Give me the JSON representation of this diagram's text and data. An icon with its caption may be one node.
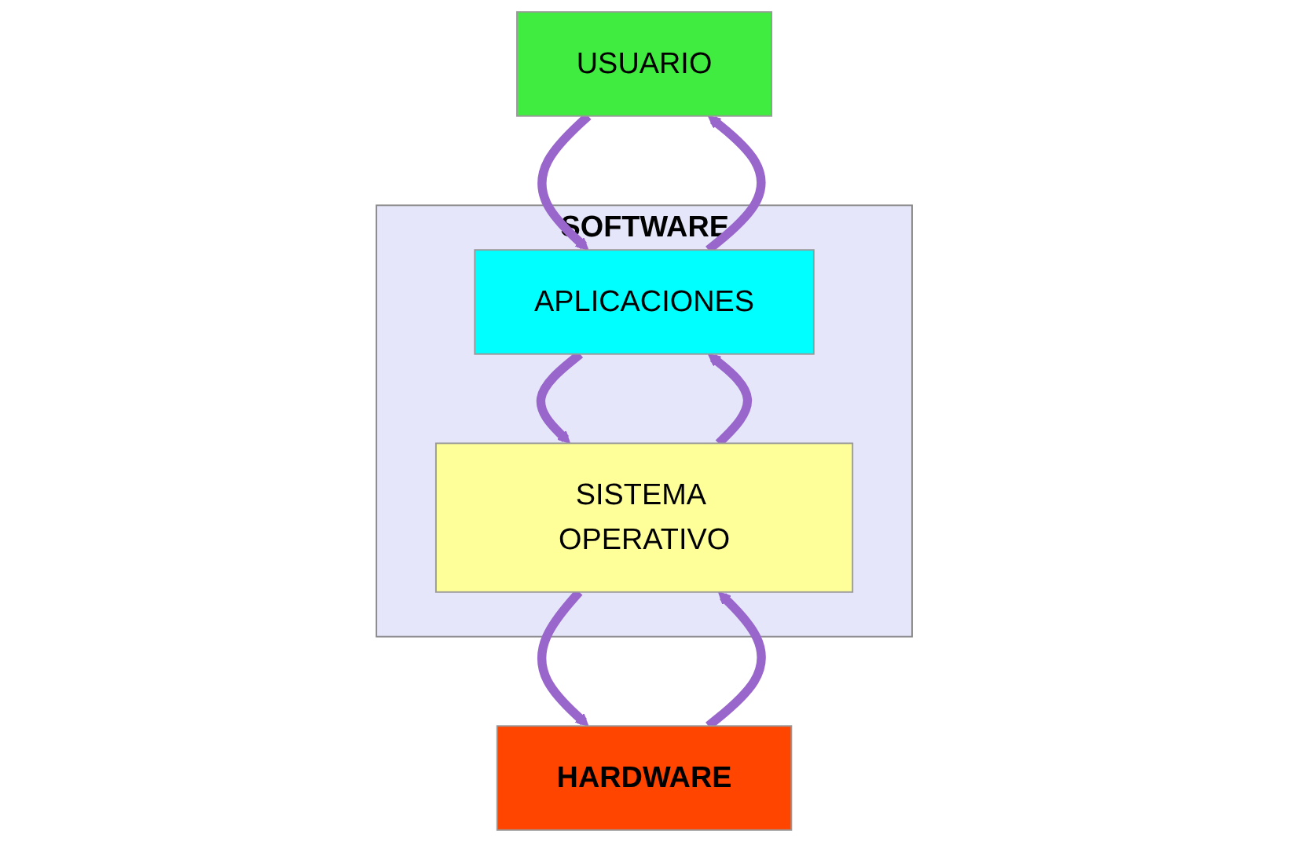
{
  "diagram": {
    "nodes": [
      {
        "text": [
          "USUARIO"
        ]
      },
      {
        "text": [
          "SOFTWARE"
        ]
      },
      {
        "text": [
          "APLICACIONES"
        ],
        "in": 1
      },
      {
        "text": [
          "SISTEMA OPERATIVO"
        ],
        "in": 1
      },
      {
        "text": [
          "HARDWARE"
        ]
      }
    ],
    "edges": [
      {
        "from": 0,
        "to": 2,
        "arrow": "to"
      },
      {
        "from": 2,
        "to": 0,
        "arrow": "to"
      },
      {
        "from": 2,
        "to": 3,
        "arrow": "to"
      },
      {
        "from": 3,
        "to": 2,
        "arrow": "to"
      },
      {
        "from": 3,
        "to": 4,
        "arrow": "to"
      },
      {
        "from": 4,
        "to": 3,
        "arrow": "to"
      }
    ]
  }
}
